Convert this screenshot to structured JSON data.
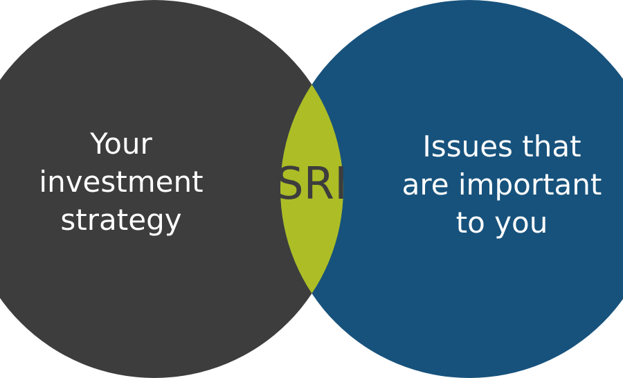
{
  "diagram": {
    "type": "venn",
    "left_circle": {
      "color": "#3d3d3d",
      "lines": [
        "Your",
        "investment",
        "strategy"
      ]
    },
    "right_circle": {
      "color": "#17527c",
      "lines": [
        "Issues that",
        "are important",
        "to you"
      ]
    },
    "intersection": {
      "color": "#acbd26",
      "label": "SRI"
    }
  }
}
